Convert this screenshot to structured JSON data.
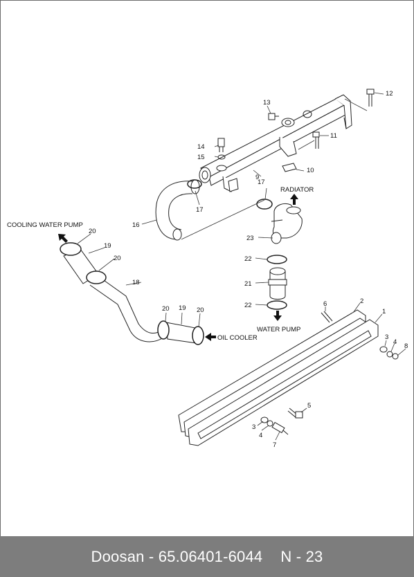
{
  "callouts": {
    "c1": "1",
    "c2": "2",
    "c3a": "3",
    "c3b": "3",
    "c4a": "4",
    "c4b": "4",
    "c5": "5",
    "c6": "6",
    "c7": "7",
    "c8": "8",
    "c9": "9",
    "c10": "10",
    "c11": "11",
    "c12": "12",
    "c13": "13",
    "c14": "14",
    "c15": "15",
    "c16": "16",
    "c17a": "17",
    "c17b": "17",
    "c18": "18",
    "c19a": "19",
    "c19b": "19",
    "c20a": "20",
    "c20b": "20",
    "c20c": "20",
    "c20d": "20",
    "c21": "21",
    "c22a": "22",
    "c22b": "22",
    "c23": "23"
  },
  "captions": {
    "radiator": "RADIATOR",
    "water_pump": "WATER PUMP",
    "cooling_water_pump": "COOLING WATER PUMP",
    "oil_cooler": "OIL COOLER"
  },
  "footer": {
    "part_label": "Doosan - 65.06401-6044",
    "page_label": "N - 23"
  }
}
